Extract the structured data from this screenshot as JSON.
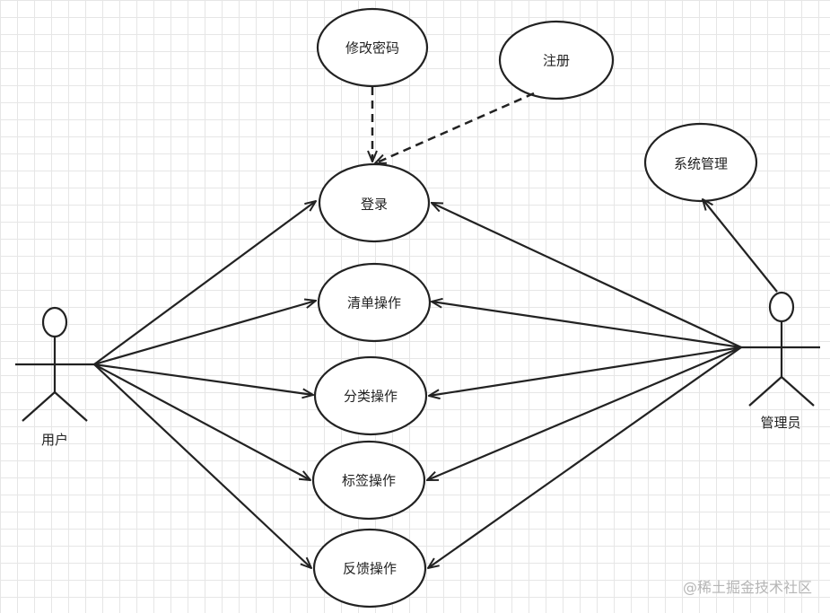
{
  "use_cases": {
    "change_password": "修改密码",
    "register": "注册",
    "login": "登录",
    "list_ops": "清单操作",
    "category_ops": "分类操作",
    "tag_ops": "标签操作",
    "feedback_ops": "反馈操作",
    "system_management": "系统管理"
  },
  "actors": {
    "user": "用户",
    "admin": "管理员"
  },
  "watermark": "@稀土掘金技术社区"
}
